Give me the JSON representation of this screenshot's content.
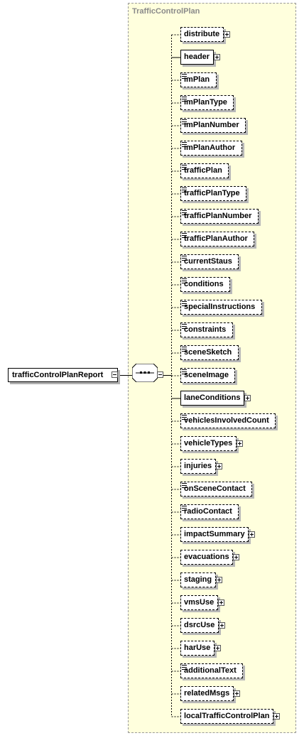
{
  "type_name": "TrafficControlPlan",
  "root_element": "trafficControlPlanReport",
  "children": [
    {
      "label": "distribute",
      "required": false,
      "expandable": true,
      "simple": false
    },
    {
      "label": "header",
      "required": true,
      "expandable": true,
      "simple": false
    },
    {
      "label": "imPlan",
      "required": false,
      "expandable": false,
      "simple": true
    },
    {
      "label": "imPlanType",
      "required": false,
      "expandable": false,
      "simple": true
    },
    {
      "label": "imPlanNumber",
      "required": false,
      "expandable": false,
      "simple": true
    },
    {
      "label": "imPlanAuthor",
      "required": false,
      "expandable": false,
      "simple": true
    },
    {
      "label": "trafficPlan",
      "required": false,
      "expandable": false,
      "simple": true
    },
    {
      "label": "trafficPlanType",
      "required": false,
      "expandable": false,
      "simple": true
    },
    {
      "label": "trafficPlanNumber",
      "required": false,
      "expandable": false,
      "simple": true
    },
    {
      "label": "trafficPlanAuthor",
      "required": false,
      "expandable": false,
      "simple": true
    },
    {
      "label": "currentStaus",
      "required": false,
      "expandable": false,
      "simple": true
    },
    {
      "label": "conditions",
      "required": false,
      "expandable": false,
      "simple": true
    },
    {
      "label": "specialInstructions",
      "required": false,
      "expandable": false,
      "simple": true
    },
    {
      "label": "constraints",
      "required": false,
      "expandable": false,
      "simple": true
    },
    {
      "label": "sceneSketch",
      "required": false,
      "expandable": false,
      "simple": true
    },
    {
      "label": "sceneImage",
      "required": false,
      "expandable": false,
      "simple": true
    },
    {
      "label": "laneConditions",
      "required": true,
      "expandable": true,
      "simple": false
    },
    {
      "label": "vehiclesInvolvedCount",
      "required": false,
      "expandable": false,
      "simple": true
    },
    {
      "label": "vehicleTypes",
      "required": false,
      "expandable": true,
      "simple": false
    },
    {
      "label": "injuries",
      "required": false,
      "expandable": true,
      "simple": false
    },
    {
      "label": "onSceneContact",
      "required": false,
      "expandable": false,
      "simple": true
    },
    {
      "label": "radioContact",
      "required": false,
      "expandable": false,
      "simple": true
    },
    {
      "label": "impactSummary",
      "required": false,
      "expandable": true,
      "simple": false
    },
    {
      "label": "evacuations",
      "required": false,
      "expandable": true,
      "simple": false
    },
    {
      "label": "staging",
      "required": false,
      "expandable": true,
      "simple": false
    },
    {
      "label": "vmsUse",
      "required": false,
      "expandable": true,
      "simple": false
    },
    {
      "label": "dsrcUse",
      "required": false,
      "expandable": true,
      "simple": false
    },
    {
      "label": "harUse",
      "required": false,
      "expandable": true,
      "simple": false
    },
    {
      "label": "additionalText",
      "required": false,
      "expandable": false,
      "simple": true
    },
    {
      "label": "relatedMsgs",
      "required": false,
      "expandable": true,
      "simple": false
    },
    {
      "label": "localTrafficControlPlan",
      "required": false,
      "expandable": true,
      "simple": false
    }
  ]
}
